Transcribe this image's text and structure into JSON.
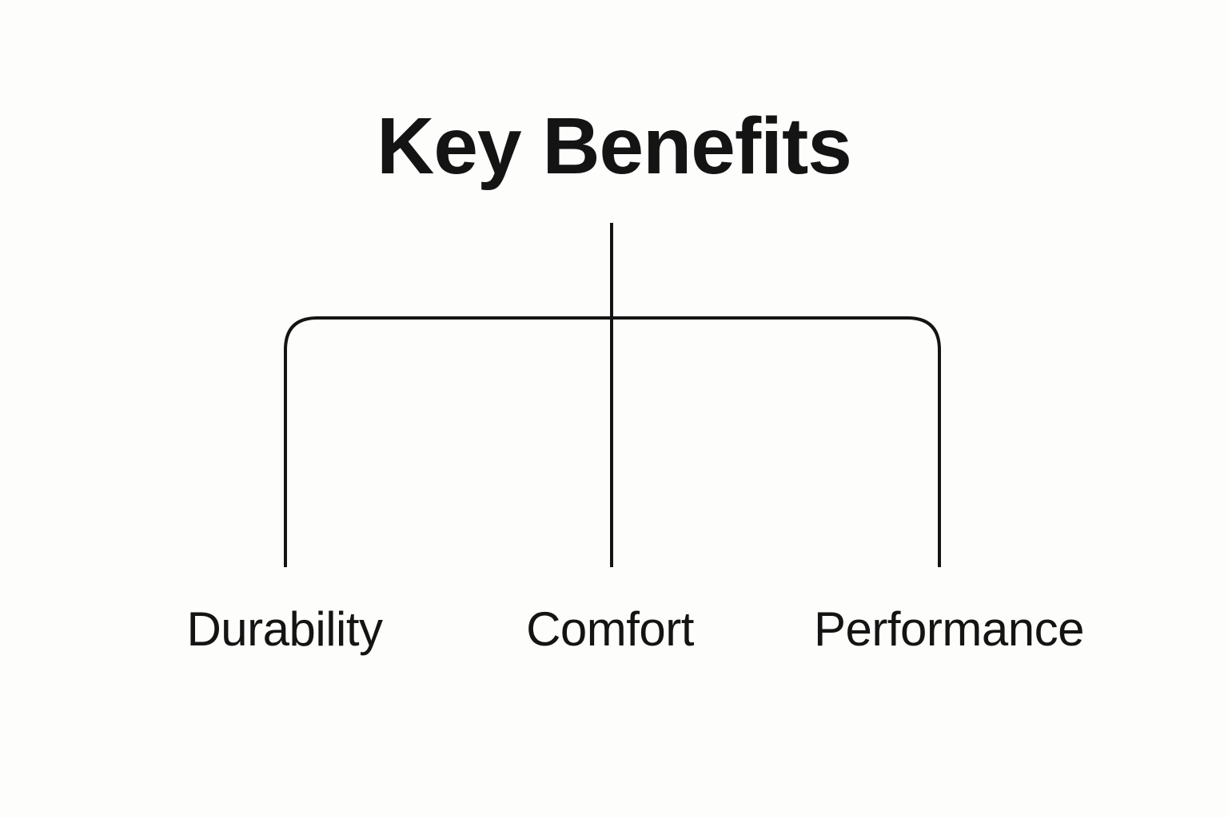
{
  "diagram": {
    "title": "Key Benefits",
    "children": [
      {
        "label": "Durability"
      },
      {
        "label": "Comfort"
      },
      {
        "label": "Performance"
      }
    ],
    "line_color": "#141414",
    "background": "#fdfdfb"
  }
}
